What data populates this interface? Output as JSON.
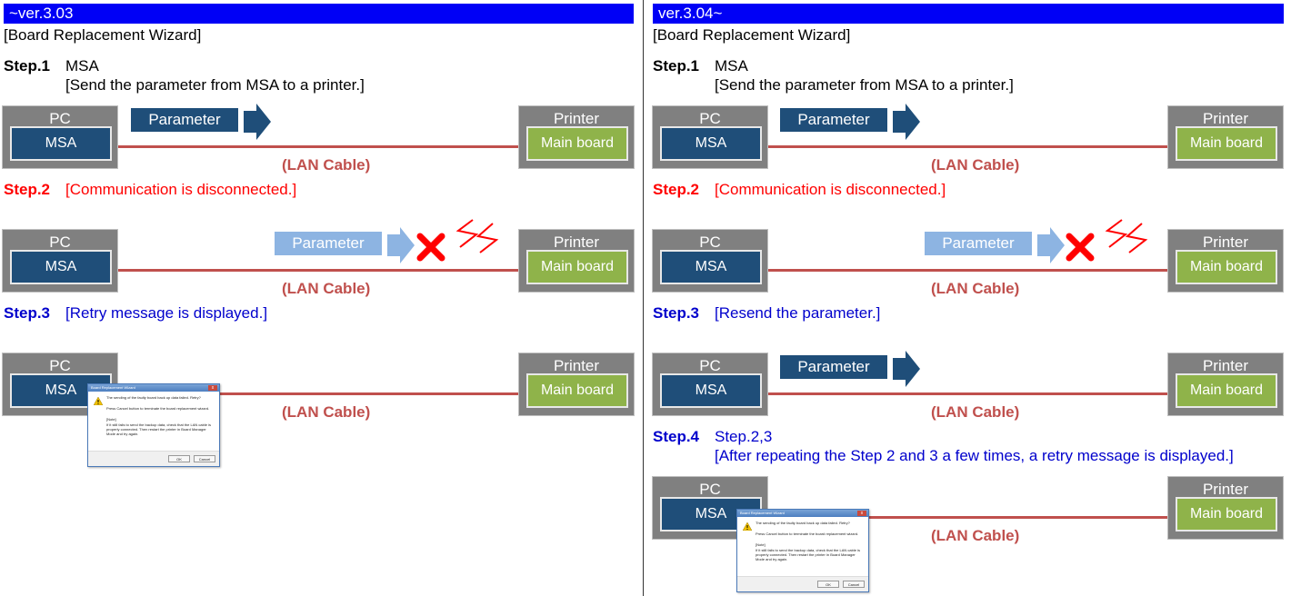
{
  "left": {
    "version": "~ver.3.03",
    "wizard": "[Board Replacement Wizard]",
    "step1_label": "Step.1",
    "step1_text": "MSA",
    "step1_sub": "[Send the parameter from MSA to a printer.]",
    "step2_label": "Step.2",
    "step2_text": "[Communication is disconnected.]",
    "step3_label": "Step.3",
    "step3_text": "[Retry message is displayed.]"
  },
  "right": {
    "version": "ver.3.04~",
    "wizard": "[Board Replacement Wizard]",
    "step1_label": "Step.1",
    "step1_text": "MSA",
    "step1_sub": "[Send the parameter from MSA to a printer.]",
    "step2_label": "Step.2",
    "step2_text": "[Communication is disconnected.]",
    "step3_label": "Step.3",
    "step3_text": "[Resend the parameter.]",
    "step4_label": "Step.4",
    "step4_text": "Step.2,3",
    "step4_sub": "[After repeating the Step 2 and 3 a few times, a retry message is displayed.]"
  },
  "pc": {
    "header": "PC",
    "inner": "MSA"
  },
  "printer": {
    "header": "Printer",
    "inner": "Main board"
  },
  "cable_label": "(LAN Cable)",
  "parameter_label": "Parameter",
  "dialog": {
    "title": "Board Replacement Wizard",
    "close": "x",
    "line1": "The sending of the faulty board back up data failed. Retry?",
    "line2": "Press Cancel button to terminate the board replacement wizard.",
    "note_head": "[Note]",
    "note_body": "If it still fails to send the backup data, check that the LAN cable is properly connected. Then restart the printer in Board Manager Mode and try again.",
    "ok": "OK",
    "cancel": "Cancel"
  },
  "colors": {
    "version_bar": "#0000f6",
    "step_black": "#000000",
    "step_red": "#ff0000",
    "step_blue": "#0000cc",
    "pc_inner": "#1f4e79",
    "printer_inner": "#8fb34a",
    "cable": "#c0504d",
    "param_dark": "#1f4e79",
    "param_light": "#8db4e2"
  }
}
